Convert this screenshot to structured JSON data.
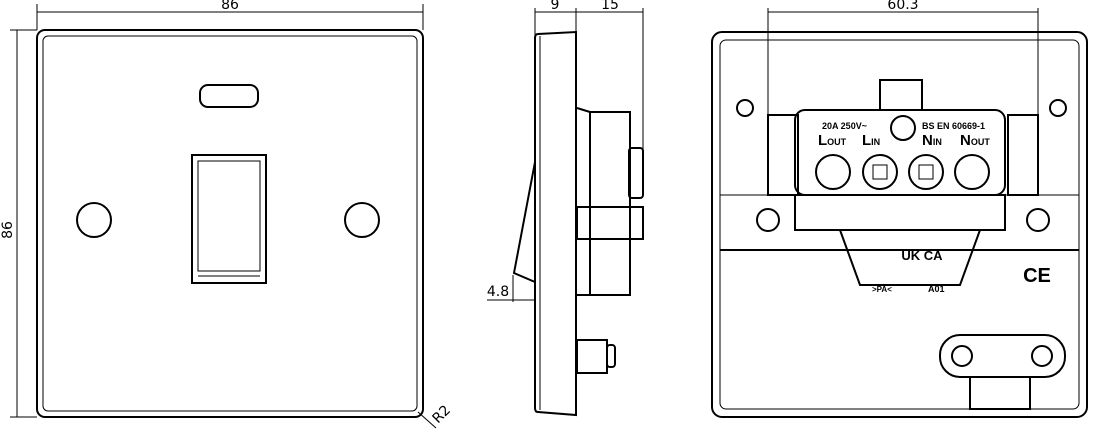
{
  "front_view": {
    "width_dim": "86",
    "height_dim": "86",
    "corner_radius_dim": "R2"
  },
  "side_view": {
    "plate_depth_dim": "9",
    "box_depth_dim": "15",
    "rocker_projection_dim": "4.8"
  },
  "rear_view": {
    "fixing_centres_dim": "60.3",
    "rating": "20A 250V~",
    "standard": "BS EN 60669-1",
    "terminals": [
      {
        "main": "L",
        "sub": "OUT"
      },
      {
        "main": "L",
        "sub": "IN"
      },
      {
        "main": "N",
        "sub": "IN"
      },
      {
        "main": "N",
        "sub": "OUT"
      }
    ],
    "ukca_mark": "UK CA",
    "material_mark": ">PA<",
    "model_code": "A01",
    "ce_mark": "CE"
  }
}
